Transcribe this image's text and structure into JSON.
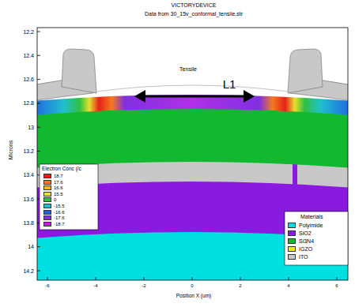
{
  "diagram": {
    "title": "VICTORYDEVICE",
    "labels": [
      "Data from 30_15v_conformal_tensile.str",
      "Tensile",
      "L1",
      "12.2",
      "12.4",
      "12.6",
      "12.8",
      "13",
      "13.2",
      "13.4",
      "13.6",
      "13.8",
      "14",
      "14.2",
      "Microns",
      "-6",
      "-4",
      "-2",
      "0",
      "2",
      "4",
      "6",
      "Position X (um)",
      "Electron Conc (/c",
      "Materials"
    ],
    "legend": [
      {
        "text": "18.7",
        "color": "#e8201a"
      },
      {
        "text": "17.6",
        "color": "#f47a20"
      },
      {
        "text": "16.6",
        "color": "#f5b818"
      },
      {
        "text": "15.5",
        "color": "#e8e030"
      },
      {
        "text": "0",
        "color": "#30c040"
      },
      {
        "text": "-15.5",
        "color": "#20c0d0"
      },
      {
        "text": "-16.6",
        "color": "#2060e0"
      },
      {
        "text": "-17.6",
        "color": "#8030e0"
      },
      {
        "text": "-18.7",
        "color": "#c020e0"
      },
      {
        "text": "Polyimide",
        "color": "#00e0e0"
      },
      {
        "text": "SiO2",
        "color": "#8a1ae0"
      },
      {
        "text": "Si3N4",
        "color": "#12b830"
      },
      {
        "text": "IGZO",
        "color": "#f0f000"
      },
      {
        "text": "ITO",
        "color": "#c8c8c8"
      }
    ]
  }
}
